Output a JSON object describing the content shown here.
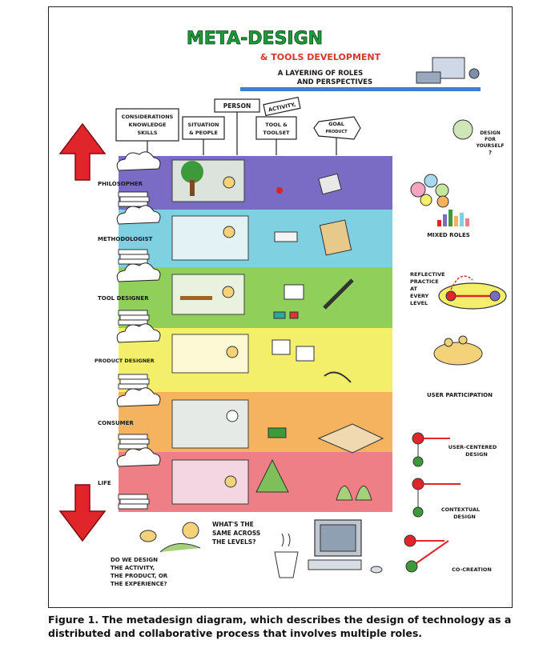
{
  "title": {
    "main": "META-DESIGN",
    "sub": "& TOOLS DEVELOPMENT",
    "tagline_1": "A LAYERING OF ROLES",
    "tagline_2": "AND PERSPECTIVES"
  },
  "column_headers": {
    "considerations": [
      "CONSIDERATIONS",
      "KNOWLEDGE",
      "SKILLS"
    ],
    "situation": [
      "SITUATION",
      "& PEOPLE"
    ],
    "person": "PERSON",
    "activity": "ACTIVITY,",
    "tool": [
      "TOOL &",
      "TOOLSET"
    ],
    "goal": [
      "GOAL",
      "PRODUCT"
    ]
  },
  "layers": [
    {
      "label": "PHILOSOPHER",
      "color": "#7a6cc4"
    },
    {
      "label": "METHODOLOGIST",
      "color": "#7fd0e0"
    },
    {
      "label": "TOOL DESIGNER",
      "color": "#8fcf5a"
    },
    {
      "label": "PRODUCT DESIGNER",
      "color": "#f3ef6a"
    },
    {
      "label": "CONSUMER",
      "color": "#f6b35f"
    },
    {
      "label": "LIFE",
      "color": "#ee7f86"
    }
  ],
  "side_notes": {
    "design_for_yourself": [
      "DESIGN",
      "FOR",
      "YOURSELF",
      "?"
    ],
    "mixed_roles": "MIXED ROLES",
    "reflective_practice": [
      "REFLECTIVE",
      "PRACTICE",
      "AT",
      "EVERY",
      "LEVEL"
    ],
    "user_participation": "USER PARTICIPATION",
    "user_centered": [
      "USER-CENTERED",
      "DESIGN"
    ],
    "contextual": [
      "CONTEXTUAL",
      "DESIGN"
    ],
    "co_creation": "CO-CREATION"
  },
  "bottom_notes": {
    "question": [
      "DO WE DESIGN",
      "THE ACTIVITY,",
      "THE PRODUCT, OR",
      "THE EXPERIENCE?"
    ],
    "same": [
      "WHAT'S THE",
      "SAME ACROSS",
      "THE LEVELS?"
    ]
  },
  "caption": "Figure 1. The metadesign diagram, which describes the design of technology as a distributed and collaborative process that involves multiple roles.",
  "colors": {
    "arrow": "#e0262b",
    "title_green": "#1f9a3a",
    "title_red": "#d6372e",
    "ribbon": "#3f7fcf"
  }
}
